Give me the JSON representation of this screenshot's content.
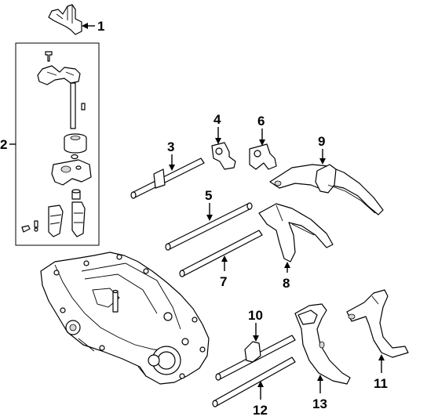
{
  "diagram": {
    "type": "exploded-parts-diagram",
    "callouts": [
      {
        "id": "c1",
        "label": "1"
      },
      {
        "id": "c2",
        "label": "2"
      },
      {
        "id": "c3",
        "label": "3"
      },
      {
        "id": "c4",
        "label": "4"
      },
      {
        "id": "c5",
        "label": "5"
      },
      {
        "id": "c6",
        "label": "6"
      },
      {
        "id": "c7",
        "label": "7"
      },
      {
        "id": "c8",
        "label": "8"
      },
      {
        "id": "c9",
        "label": "9"
      },
      {
        "id": "c10",
        "label": "10"
      },
      {
        "id": "c11",
        "label": "11"
      },
      {
        "id": "c12",
        "label": "12"
      },
      {
        "id": "c13",
        "label": "13"
      }
    ],
    "colors": {
      "line": "#000000",
      "background": "#ffffff",
      "shade": "#d8d8d8"
    }
  }
}
